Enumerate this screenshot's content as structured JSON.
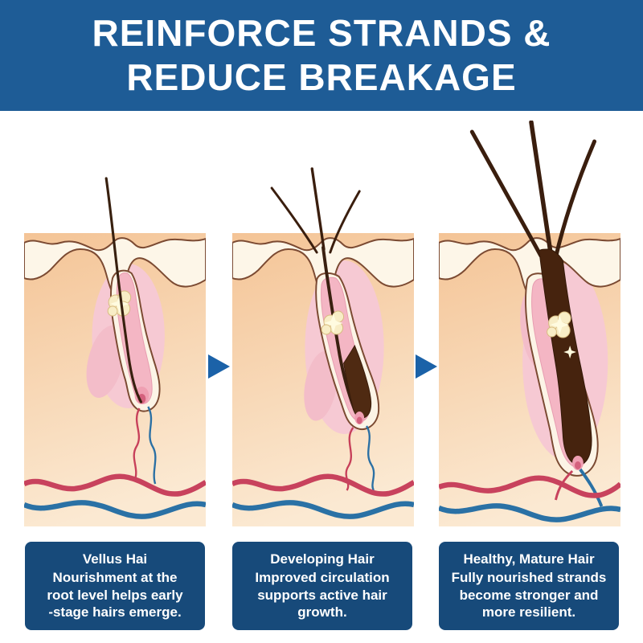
{
  "header": {
    "line1": "REINFORCE STRANDS &",
    "line2": "REDUCE BREAKAGE"
  },
  "stages": [
    {
      "title": "Vellus Hai",
      "description": "Nourishment at the\nroot level helps early\n-stage hairs emerge."
    },
    {
      "title": "Developing Hair",
      "description": "Improved circulation\nsupports active hair\ngrowth."
    },
    {
      "title": "Healthy, Mature Hair",
      "description": "Fully nourished strands\nbecome stronger and\nmore resilient."
    }
  ],
  "colors": {
    "header_bg": "#1e5c96",
    "caption_bg": "#174a7a",
    "arrow_blue": "#1b62a8",
    "skin_top": "#f4c496",
    "skin_bottom": "#fbe9d2",
    "vessel_red": "#c8425d",
    "vessel_blue": "#2a71a5",
    "hair_brown": "#3a1e0e"
  }
}
